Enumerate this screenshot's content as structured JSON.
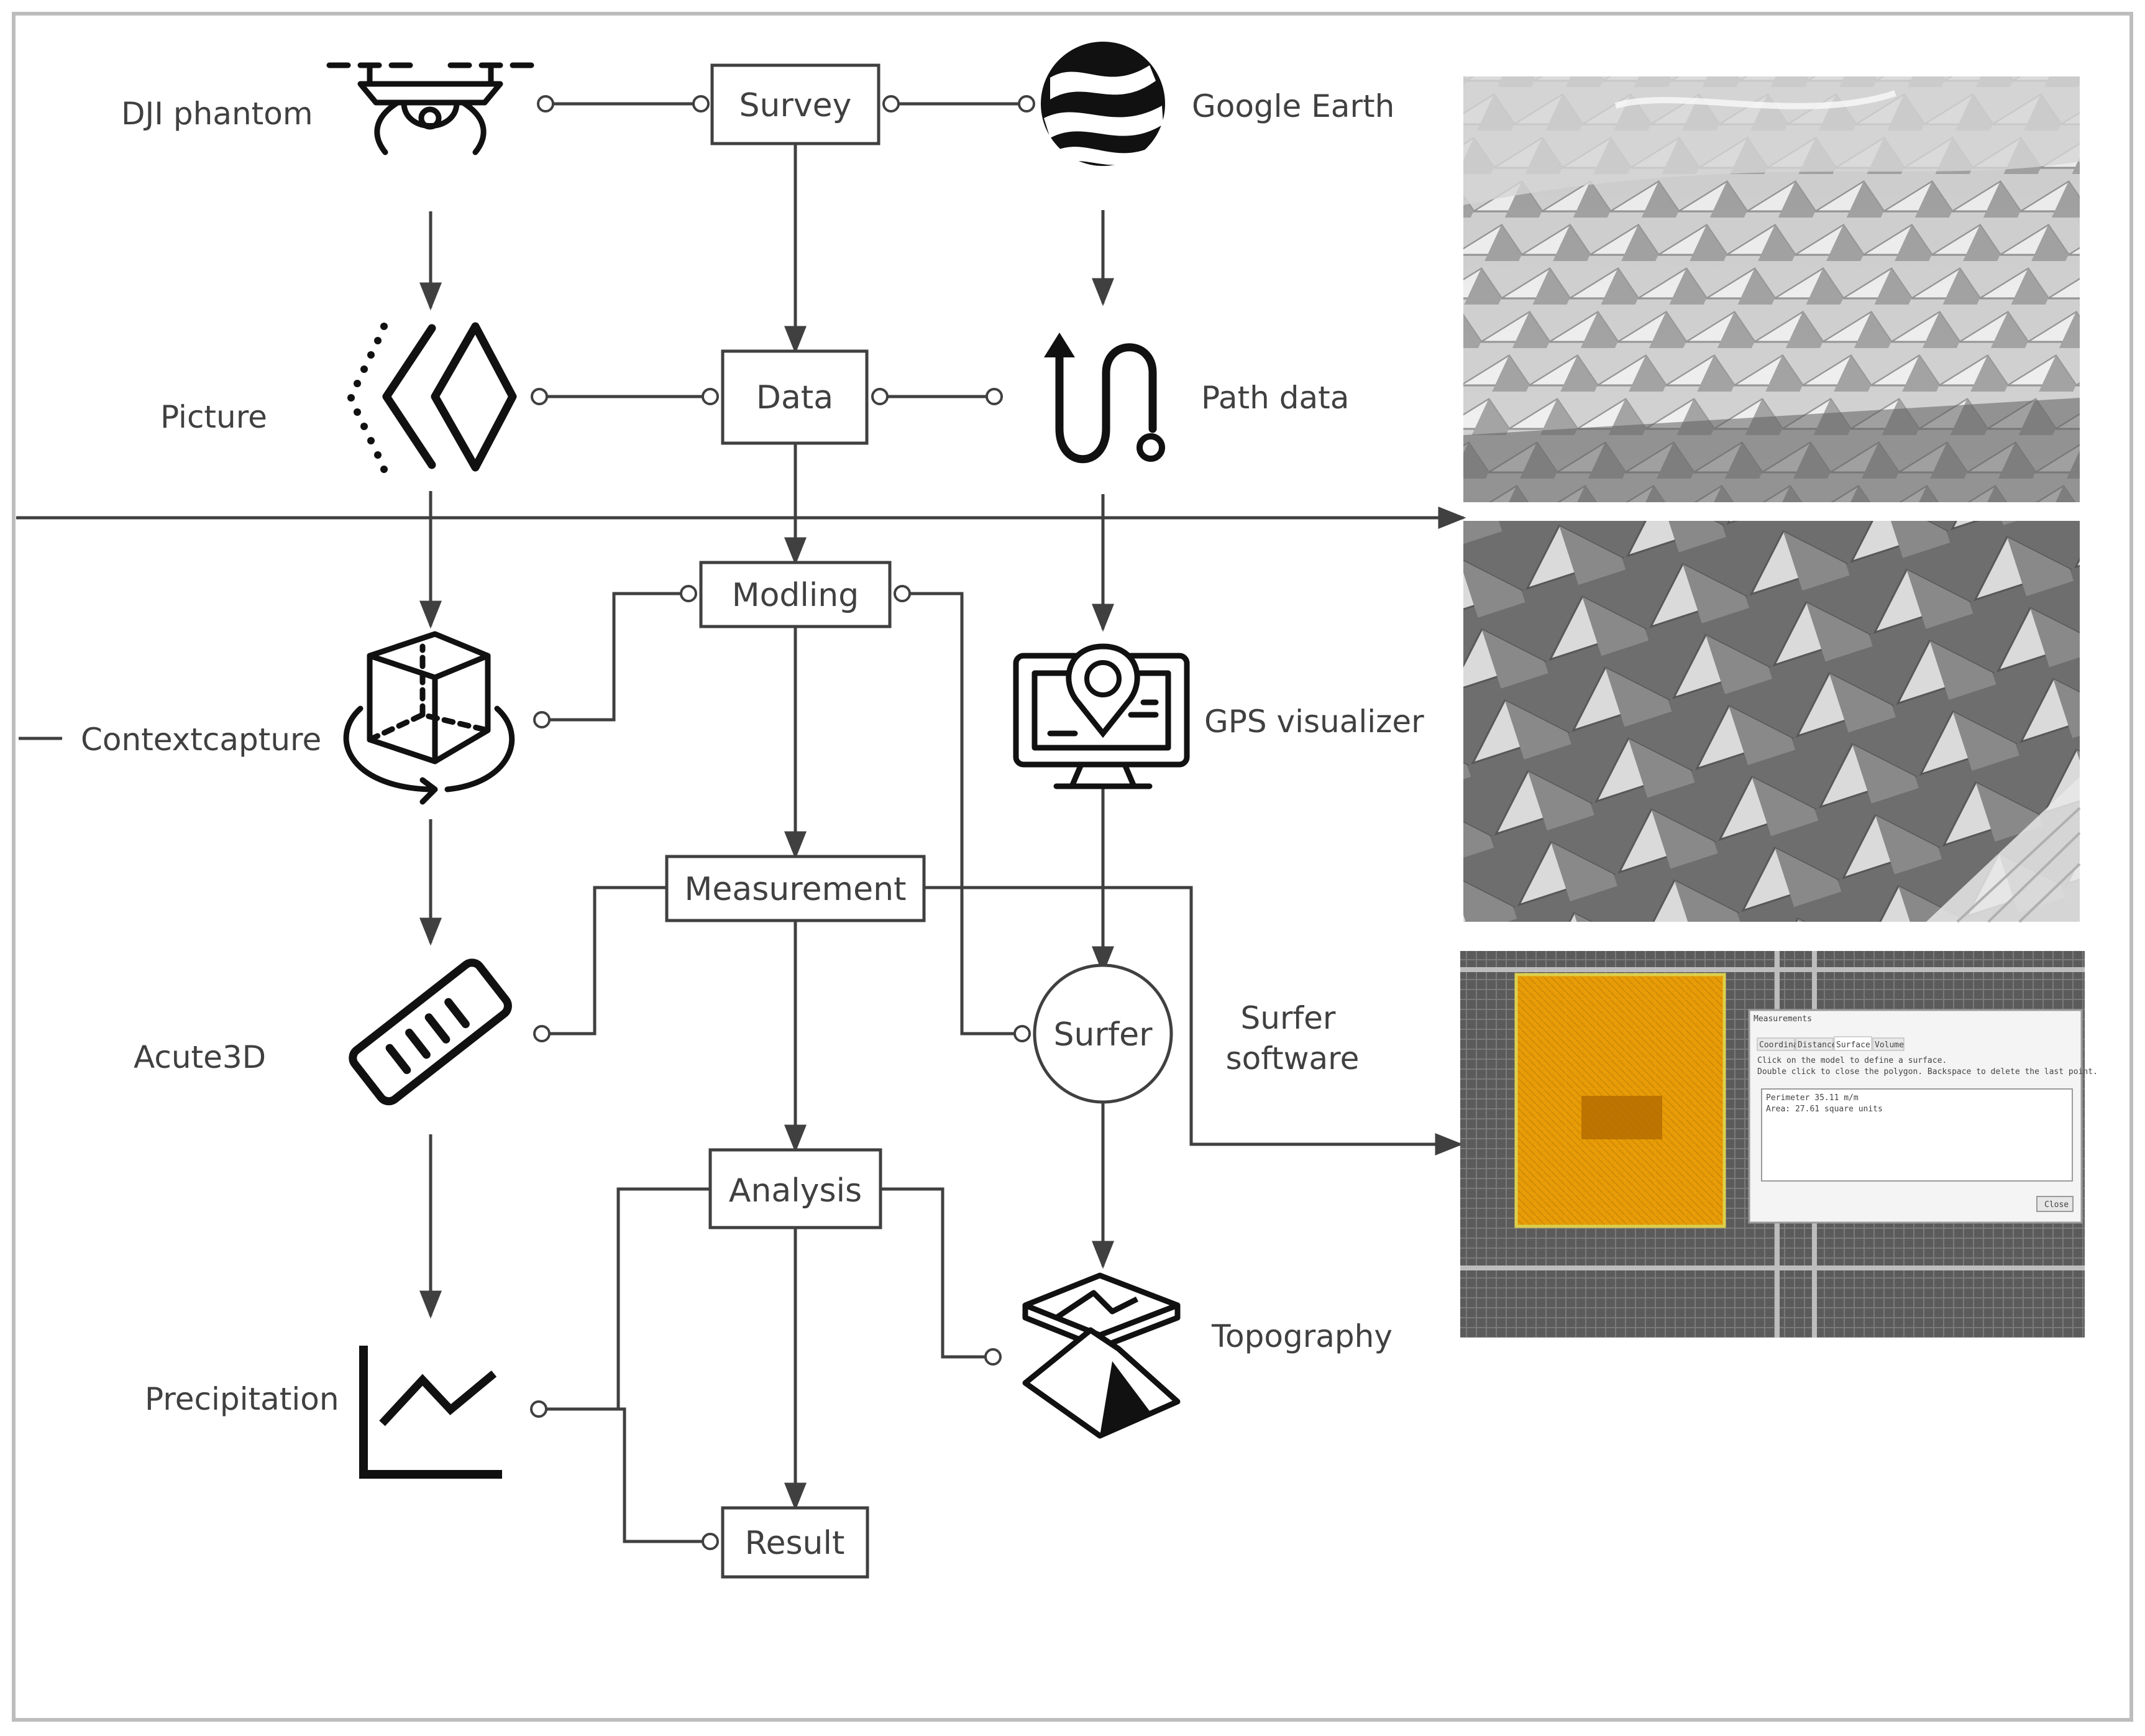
{
  "boxes": {
    "survey": "Survey",
    "data": "Data",
    "modling": "Modling",
    "measurement": "Measurement",
    "analysis": "Analysis",
    "result": "Result",
    "surfer": "Surfer"
  },
  "labels": {
    "dji": "DJI phantom",
    "google_earth": "Google Earth",
    "picture": "Picture",
    "path_data": "Path data",
    "contextcapture": "Contextcapture",
    "gps_visualizer": "GPS visualizer",
    "acute3d": "Acute3D",
    "surfer_software_1": "Surfer",
    "surfer_software_2": "software",
    "topography": "Topography",
    "precipitation": "Precipitation"
  },
  "icons": {
    "dji": "drone-icon",
    "google_earth": "globe-icon",
    "picture": "chevron-diamond-icon",
    "path_data": "winding-path-icon",
    "contextcapture": "rotating-cube-icon",
    "gps_visualizer": "monitor-pin-icon",
    "acute3d": "ruler-icon",
    "topography": "terrain-icon",
    "precipitation": "line-chart-icon"
  },
  "photos": {
    "top": "3D city model aerial render",
    "middle": "3D village roofs render",
    "bottom": "orthophoto with measurement dialog"
  },
  "dialog": {
    "title": "Measurements",
    "tabs": [
      "Coordinate",
      "Distance",
      "Surface",
      "Volume"
    ],
    "hint_1": "Click on the model to define a surface.",
    "hint_2": "Double click to close the polygon. Backspace to delete the last point.",
    "result_1": "Perimeter 35.11 m/m",
    "result_2": "Area: 27.61 square units",
    "close": "Close"
  },
  "colors": {
    "line": "#404040",
    "icon": "#111111",
    "highlight": "#f5a300"
  }
}
